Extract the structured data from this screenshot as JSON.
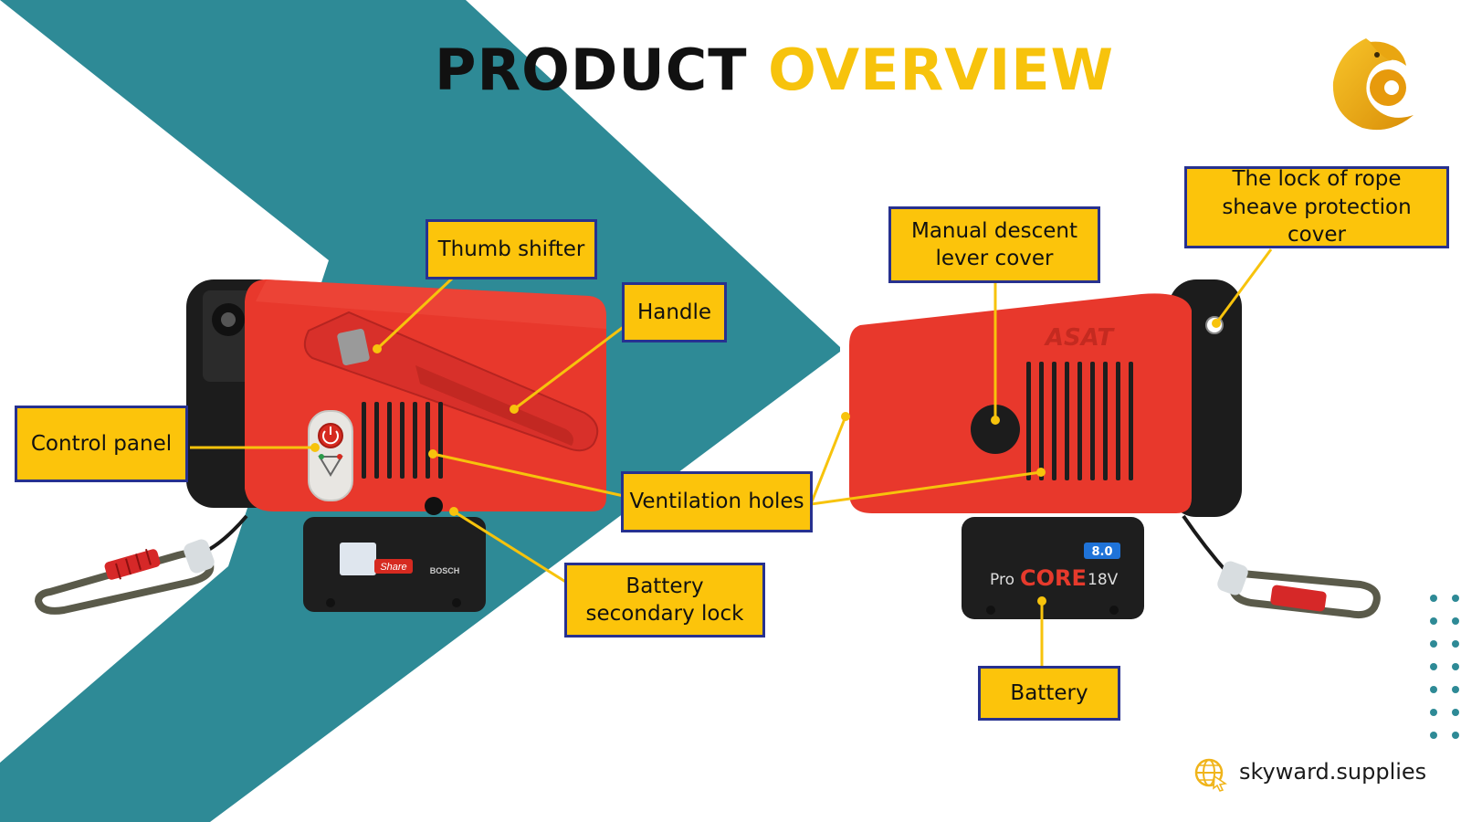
{
  "header": {
    "title_part1": "PRODUCT",
    "title_part2": "OVERVIEW"
  },
  "colors": {
    "teal": "#2e8a96",
    "yellow": "#f7c30c",
    "callout_fill": "#fcc40b",
    "callout_border": "#27318f",
    "device_red": "#e8382c"
  },
  "callouts": {
    "thumb_shifter": "Thumb shifter",
    "handle": "Handle",
    "control_panel": "Control panel",
    "ventilation_holes": "Ventilation holes",
    "battery_secondary_lock": "Battery secondary lock",
    "manual_descent_lever_cover": "Manual descent lever cover",
    "rope_sheave_lock": "The lock of rope sheave protection cover",
    "battery": "Battery"
  },
  "device_left": {
    "battery_label": "Share",
    "battery_brand": "BOSCH"
  },
  "device_right": {
    "brand": "ASAT",
    "battery_capacity": "8.0",
    "battery_pro": "Pro",
    "battery_core": "CORE",
    "battery_voltage": "18V"
  },
  "footer": {
    "website": "skyward.supplies"
  },
  "icons": {
    "logo": "eagle-logo-icon",
    "website": "globe-cursor-icon"
  }
}
